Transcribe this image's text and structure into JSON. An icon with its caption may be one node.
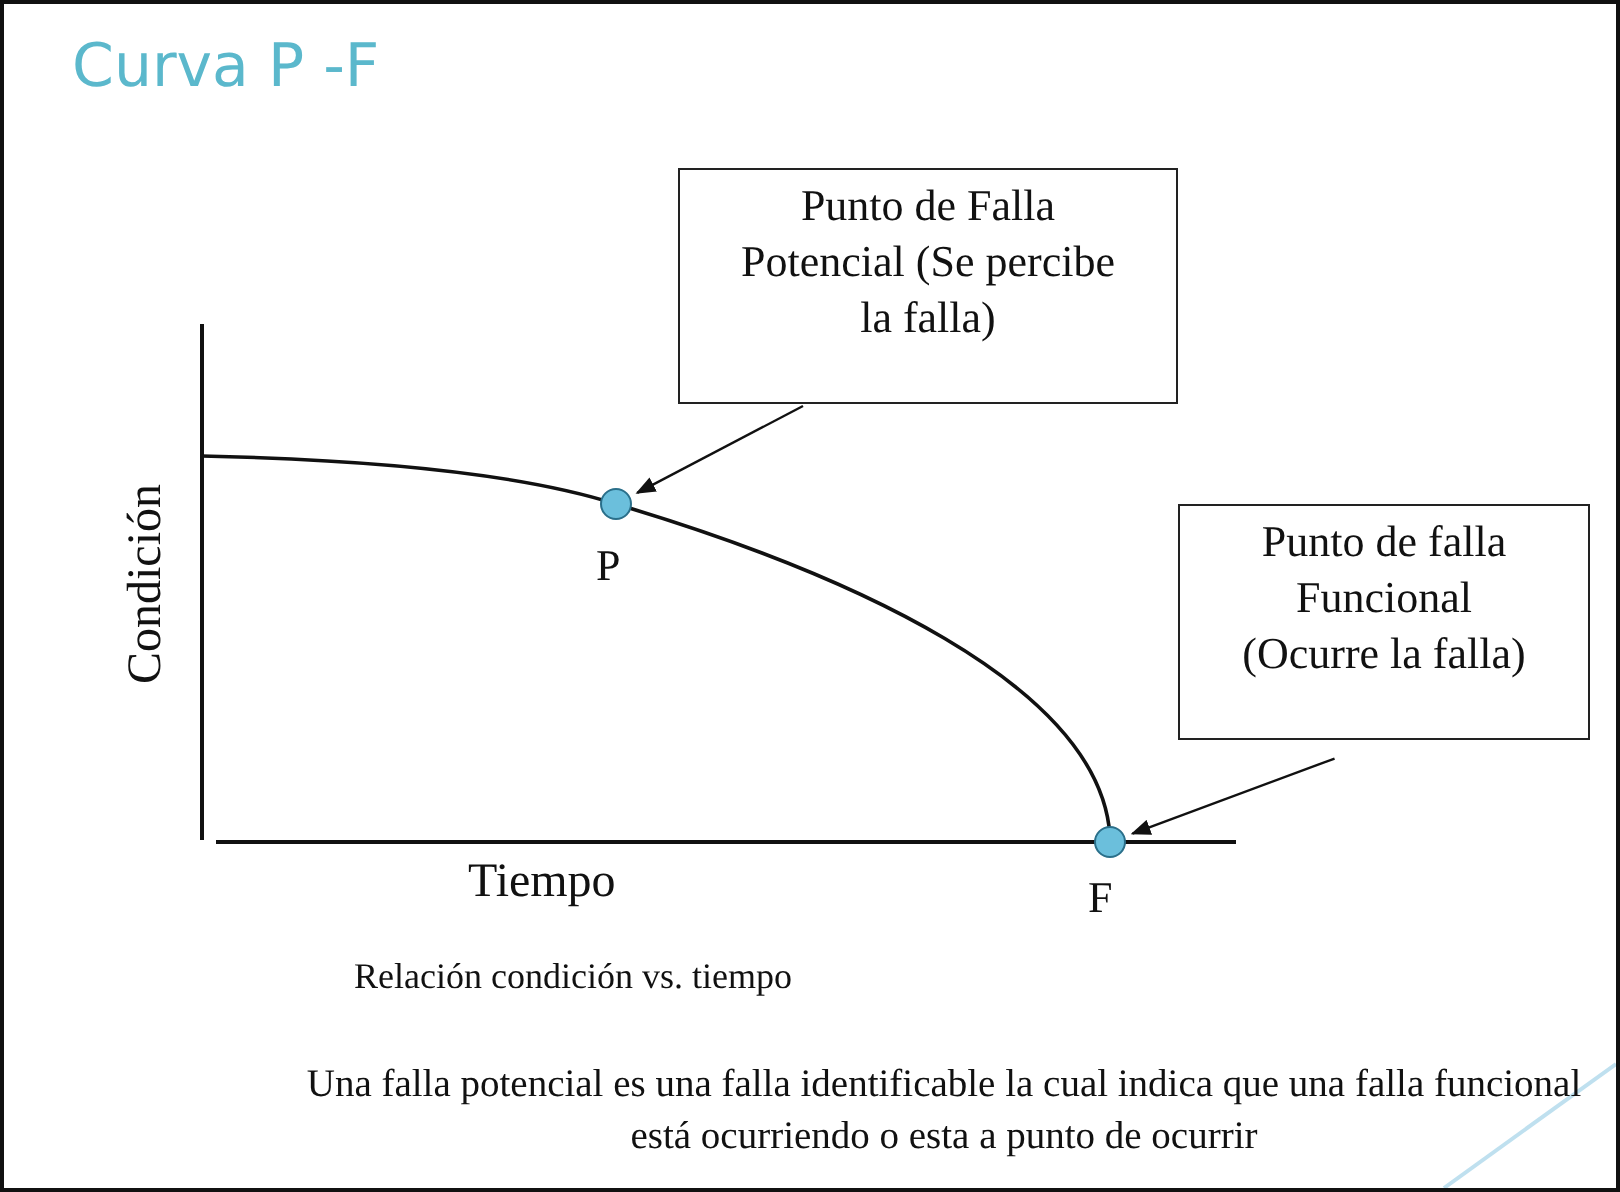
{
  "diagram": {
    "title": "Curva P -F",
    "nodes": [
      {
        "text": [
          "Punto de Falla Potencial (Se percibe la falla)"
        ]
      },
      {
        "text": [],
        "shape": "circle",
        "beside": [
          "P"
        ]
      },
      {
        "text": [
          "Punto de falla Funcional (Ocurre la falla)"
        ]
      },
      {
        "text": [],
        "shape": "circle",
        "beside": [
          "F"
        ]
      }
    ],
    "edges": [
      {
        "from": 0,
        "to": 1,
        "arrow": "to"
      },
      {
        "from": 2,
        "to": 3,
        "arrow": "to"
      }
    ],
    "labels": [
      "Condición",
      "Tiempo",
      "Relación condición vs. tiempo",
      "Una falla potencial es una falla identificable la cual indica que una falla funcional está ocurriendo o esta a punto de ocurrir"
    ]
  }
}
